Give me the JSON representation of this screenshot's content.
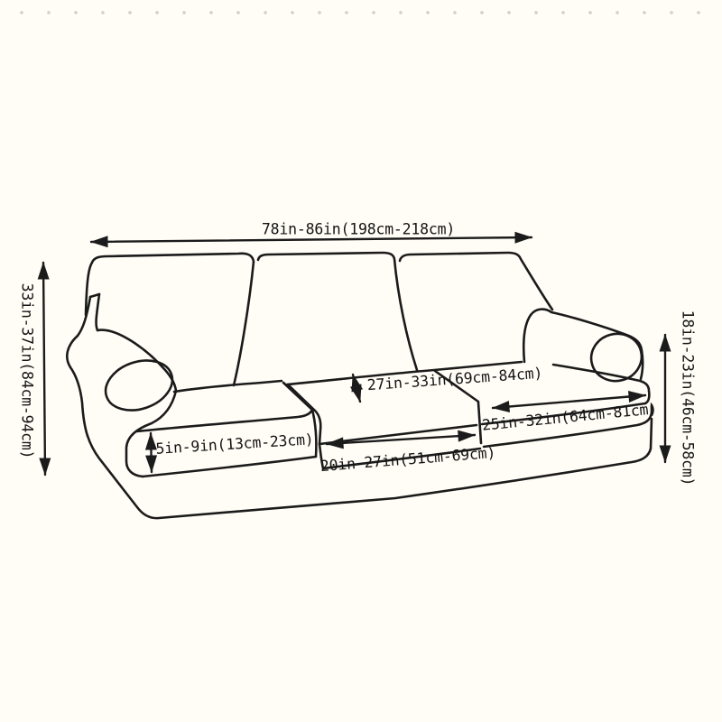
{
  "page": {
    "background_color": "#fffdf6",
    "line_color": "#1b1b1b"
  },
  "diagram": {
    "subject": "three-seat-sofa-cover-dimensions",
    "dimensions": {
      "overall_width": "78in-86in(198cm-218cm)",
      "overall_height": "33in-37in(84cm-94cm)",
      "arm_height": "18in-23in(46cm-58cm)",
      "back_seat_width": "27in-33in(69cm-84cm)",
      "side_seat_cushion_width": "25in-32in(64cm-81cm)",
      "middle_seat_cushion_width": "20in-27in(51cm-69cm)",
      "seat_cushion_height": "5in-9in(13cm-23cm)"
    }
  }
}
